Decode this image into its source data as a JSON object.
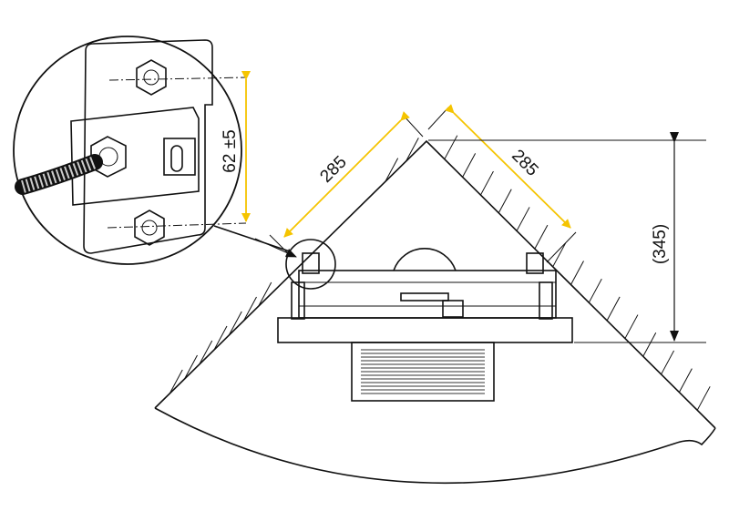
{
  "diagram": {
    "dimensions": {
      "left_side": "285",
      "right_side": "285",
      "height": "(345)",
      "bracket_spacing": "62 ±5"
    },
    "colors": {
      "dimension_arrow": "#f5c400",
      "line": "#111111",
      "plate_fill": "#dcdcdc",
      "bracket_fill": "#d4d4d4"
    }
  }
}
